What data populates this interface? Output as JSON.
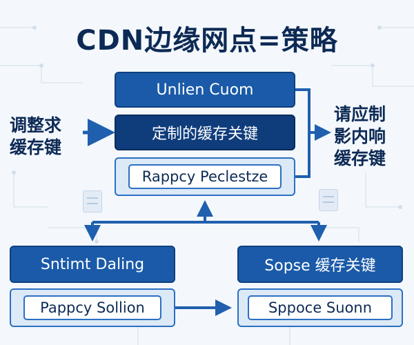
{
  "title": "CDN边缘网点=策略",
  "left_text": [
    "调整求",
    "缓存键"
  ],
  "right_text": [
    "请应制",
    "影内响",
    "缓存键"
  ],
  "center": {
    "box1": "Unlien Cuom",
    "box2": "定制的缓存关键",
    "box3": "Rappcy Peclestze"
  },
  "bottom_left": {
    "top": "Sntimt Daling",
    "bottom": "Pappcy Sollion"
  },
  "bottom_right": {
    "top": "Sopse 缓存关键",
    "bottom": "Sppoce Suonn"
  },
  "colors": {
    "dark_blue": "#1a5aa8",
    "navy": "#0f3d7c",
    "light_blue": "#dce9f7",
    "text": "#0d2a55",
    "arrow": "#1f5fae"
  }
}
